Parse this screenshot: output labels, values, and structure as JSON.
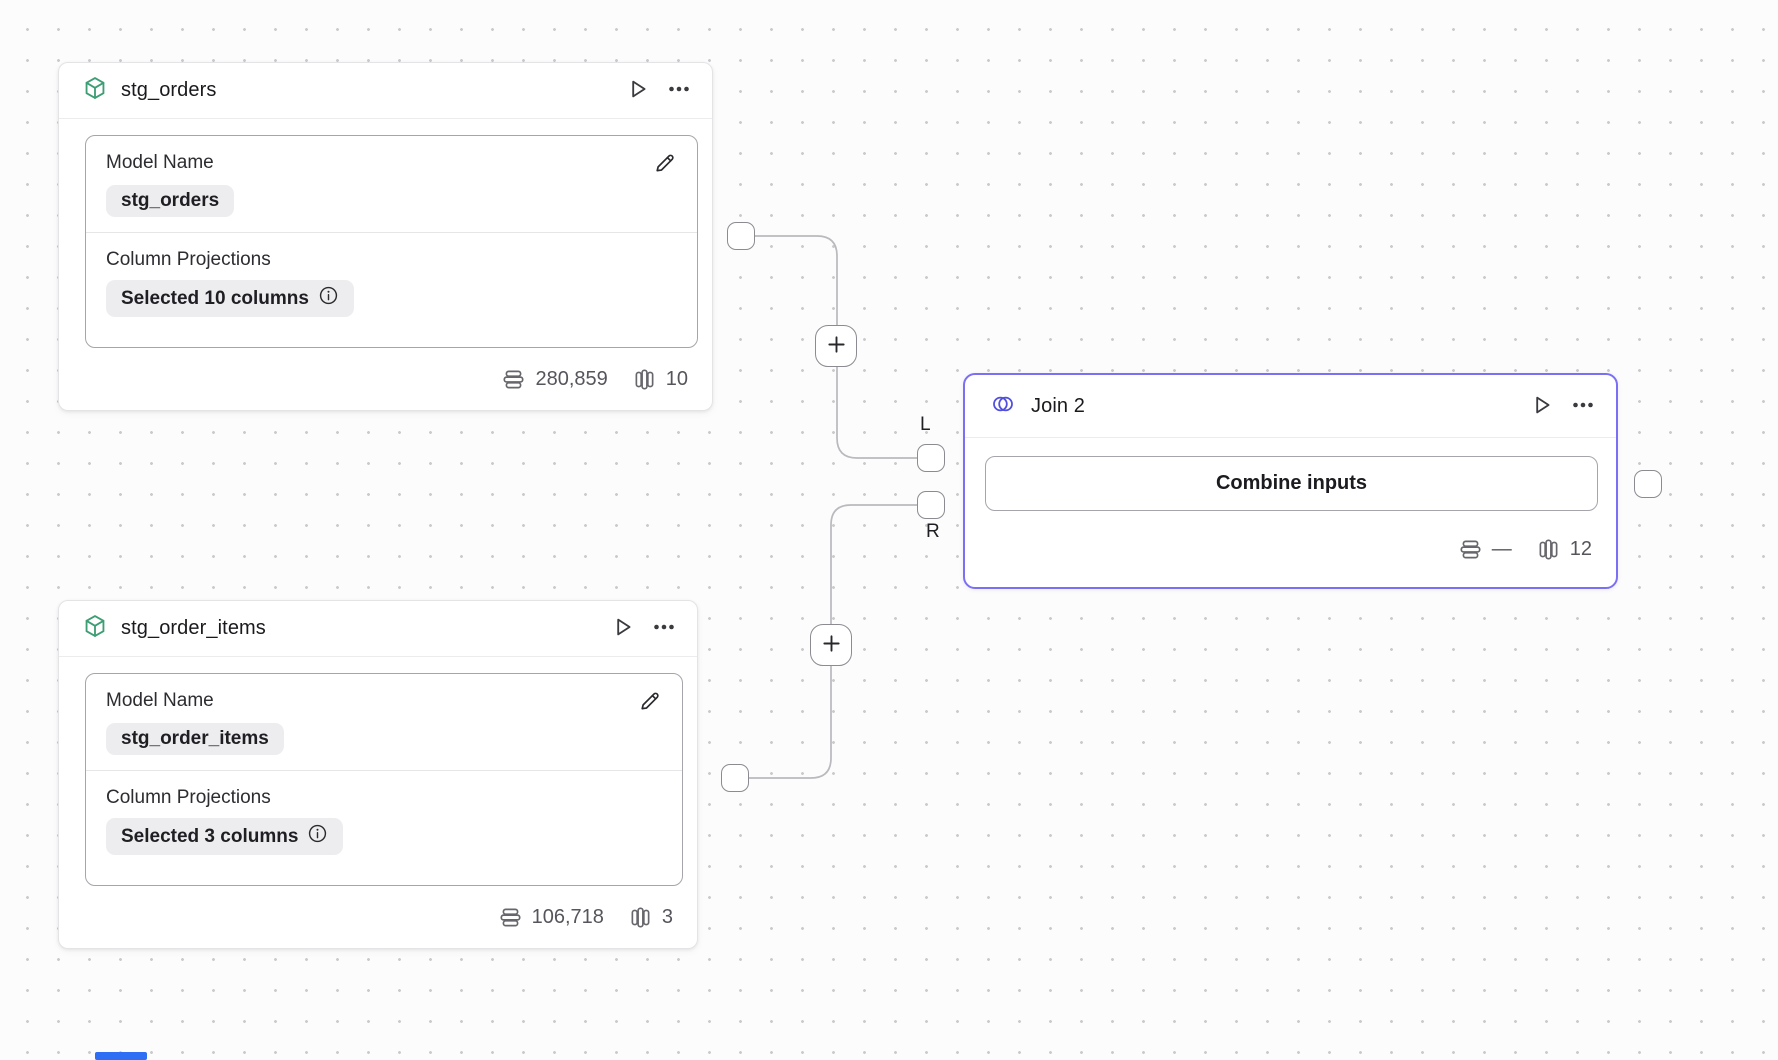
{
  "nodes": {
    "stg_orders": {
      "title": "stg_orders",
      "model_name_label": "Model Name",
      "model_name_value": "stg_orders",
      "projections_label": "Column Projections",
      "projections_value": "Selected 10 columns",
      "rows": "280,859",
      "cols": "10"
    },
    "stg_order_items": {
      "title": "stg_order_items",
      "model_name_label": "Model Name",
      "model_name_value": "stg_order_items",
      "projections_label": "Column Projections",
      "projections_value": "Selected 3 columns",
      "rows": "106,718",
      "cols": "3"
    },
    "join": {
      "title": "Join 2",
      "button_label": "Combine inputs",
      "rows": "—",
      "cols": "12",
      "left_port_label": "L",
      "right_port_label": "R"
    }
  },
  "icons": {
    "model_type": "cube-icon",
    "join_type": "venn-circles-icon",
    "run": "play-icon",
    "menu": "ellipsis-icon",
    "edit": "pencil-icon",
    "info": "info-icon",
    "row_count": "rows-icon",
    "column_count": "columns-icon",
    "add_step": "plus-icon"
  },
  "colors": {
    "model_accent_green": "#3d9e74",
    "join_accent_purple": "#7b70f3",
    "venn_icon_blue": "#5150dd",
    "wire_gray": "#b9b9be",
    "scrollbar_blue": "#2e6ef5"
  }
}
